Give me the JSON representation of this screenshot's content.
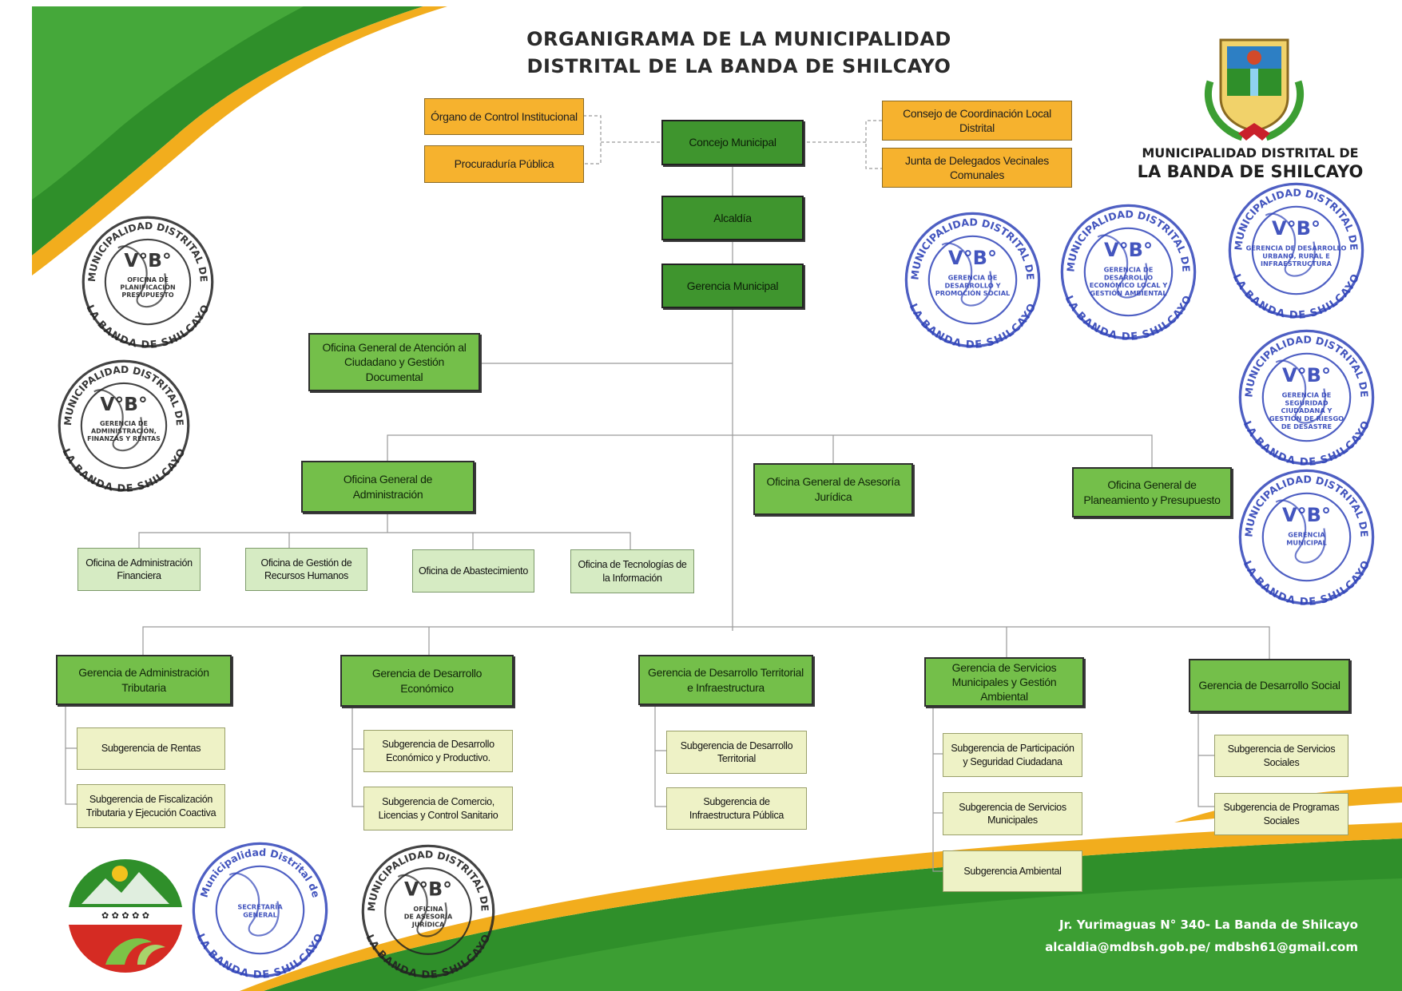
{
  "title": {
    "line1": "ORGANIGRAMA DE LA MUNICIPALIDAD",
    "line2": "DISTRITAL DE LA BANDA DE SHILCAYO"
  },
  "municipality": {
    "line1": "MUNICIPALIDAD DISTRITAL DE",
    "line2": "LA BANDA DE SHILCAYO"
  },
  "nodes": {
    "control": "Órgano de Control Institucional",
    "procuraduria": "Procuraduría Pública",
    "concejo": "Concejo Municipal",
    "consejo_coord": "Consejo de Coordinación Local Distrital",
    "junta": "Junta de Delegados Vecinales Comunales",
    "alcaldia": "Alcaldía",
    "gerencia_municipal": "Gerencia Municipal",
    "atencion": "Oficina General de Atención al Ciudadano y Gestión Documental",
    "administracion": "Oficina General de Administración",
    "asesoria": "Oficina General de Asesoría Jurídica",
    "planeamiento": "Oficina General de Planeamiento y Presupuesto",
    "adm_financiera": "Oficina de Administración Financiera",
    "rrhh": "Oficina de Gestión de Recursos Humanos",
    "abastecimiento": "Oficina de Abastecimiento",
    "tecnologias": "Oficina de Tecnologías de la Información",
    "g_tributaria": "Gerencia de Administración Tributaria",
    "g_economico": "Gerencia de Desarrollo Económico",
    "g_territorial": "Gerencia de Desarrollo Territorial e Infraestructura",
    "g_servicios": "Gerencia de Servicios Municipales y Gestión Ambiental",
    "g_social": "Gerencia de Desarrollo Social",
    "s_rentas": "Subgerencia de Rentas",
    "s_fiscalizacion": "Subgerencia de Fiscalización Tributaria y Ejecución Coactiva",
    "s_des_economico": "Subgerencia de Desarrollo Económico y Productivo.",
    "s_comercio": "Subgerencia de Comercio, Licencias y Control Sanitario",
    "s_des_territorial": "Subgerencia de Desarrollo Territorial",
    "s_infraestructura": "Subgerencia de Infraestructura Pública",
    "s_participacion": "Subgerencia de Participación y Seguridad Ciudadana",
    "s_servicios": "Subgerencia de Servicios Municipales",
    "s_ambiental": "Subgerencia Ambiental",
    "s_serv_sociales": "Subgerencia de Servicios Sociales",
    "s_programas": "Subgerencia de Programas Sociales"
  },
  "stamps": [
    {
      "top": "MUNICIPALIDAD DISTRITAL DE",
      "bottom": "LA BANDA DE SHILCAYO",
      "mark": "V°B°",
      "inner": [
        "OFICINA DE",
        "PLANIFICACIÓN",
        "PRESUPUESTO"
      ]
    },
    {
      "top": "MUNICIPALIDAD DISTRITAL DE",
      "bottom": "LA BANDA DE SHILCAYO",
      "mark": "V°B°",
      "inner": [
        "GERENCIA DE",
        "ADMINISTRACIÓN,",
        "FINANZAS Y RENTAS"
      ]
    },
    {
      "top": "MUNICIPALIDAD DISTRITAL DE",
      "bottom": "LA BANDA DE SHILCAYO",
      "mark": "V°B°",
      "inner": [
        "GERENCIA DE",
        "DESARROLLO Y",
        "PROMOCIÓN SOCIAL"
      ]
    },
    {
      "top": "MUNICIPALIDAD DISTRITAL DE",
      "bottom": "LA BANDA DE SHILCAYO",
      "mark": "V°B°",
      "inner": [
        "GERENCIA DE",
        "DESARROLLO",
        "ECONÓMICO LOCAL Y",
        "GESTIÓN AMBIENTAL"
      ]
    },
    {
      "top": "MUNICIPALIDAD DISTRITAL DE",
      "bottom": "LA BANDA DE SHILCAYO",
      "mark": "V°B°",
      "inner": [
        "GERENCIA DE DESARROLLO",
        "URBANO, RURAL E",
        "INFRAESTRUCTURA"
      ]
    },
    {
      "top": "MUNICIPALIDAD DISTRITAL DE",
      "bottom": "LA BANDA DE SHILCAYO",
      "mark": "V°B°",
      "inner": [
        "GERENCIA DE",
        "SEGURIDAD",
        "CIUDADANA Y",
        "GESTIÓN DE RIESGO",
        "DE DESASTRE"
      ]
    },
    {
      "top": "MUNICIPALIDAD DISTRITAL DE",
      "bottom": "LA BANDA DE SHILCAYO",
      "mark": "V°B°",
      "inner": [
        "GERENCIA",
        "MUNICIPAL"
      ]
    },
    {
      "top": "Municipalidad Distrital de",
      "bottom": "LA BANDA DE SHILCAYO",
      "mark": "",
      "inner": [
        "SECRETARÍA",
        "GENERAL"
      ]
    },
    {
      "top": "MUNICIPALIDAD DISTRITAL DE",
      "bottom": "LA BANDA DE SHILCAYO",
      "mark": "V°B°",
      "inner": [
        "OFICINA",
        "DE ASESORÍA",
        "JURÍDICA"
      ]
    }
  ],
  "footer": {
    "address": "Jr. Yurimaguas N° 340- La Banda de Shilcayo",
    "email": "alcaldia@mdbsh.gob.pe/ mdbsh61@gmail.com"
  },
  "colors": {
    "dark_green": "#3f952e",
    "medium_green": "#74bf4a",
    "light_green": "#d6ebc3",
    "pale_yellow": "#eef2c6",
    "orange": "#f6b22e",
    "stamp_blue": "#2f43b8",
    "stamp_black": "#222222"
  },
  "icons": [
    "crest-logo",
    "shilcayo-emblem-logo"
  ]
}
